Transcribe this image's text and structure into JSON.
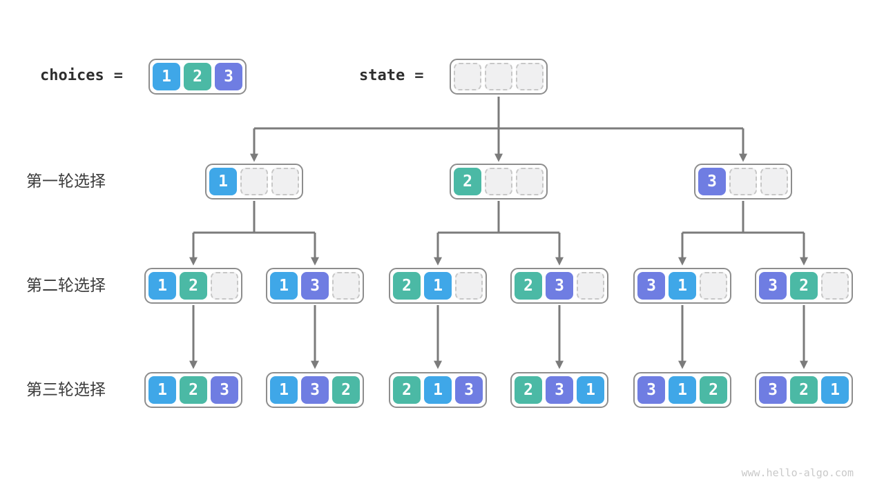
{
  "title_row": {
    "choices_label": "choices",
    "state_label": "state",
    "equals": "=",
    "choices_cells": [
      "1",
      "2",
      "3"
    ],
    "state_cells": [
      "",
      "",
      ""
    ]
  },
  "colors": {
    "1": "#3fa7e8",
    "2": "#4bb9a5",
    "3": "#6f7de2",
    "arrow": "#7b7b7b",
    "box_border": "#8d8d8d",
    "empty_cell": "#f0f0f1"
  },
  "rows": [
    {
      "label": "第一轮选择",
      "states": [
        [
          "1",
          "",
          ""
        ],
        [
          "2",
          "",
          ""
        ],
        [
          "3",
          "",
          ""
        ]
      ]
    },
    {
      "label": "第二轮选择",
      "states": [
        [
          "1",
          "2",
          ""
        ],
        [
          "1",
          "3",
          ""
        ],
        [
          "2",
          "1",
          ""
        ],
        [
          "2",
          "3",
          ""
        ],
        [
          "3",
          "1",
          ""
        ],
        [
          "3",
          "2",
          ""
        ]
      ]
    },
    {
      "label": "第三轮选择",
      "states": [
        [
          "1",
          "2",
          "3"
        ],
        [
          "1",
          "3",
          "2"
        ],
        [
          "2",
          "1",
          "3"
        ],
        [
          "2",
          "3",
          "1"
        ],
        [
          "3",
          "1",
          "2"
        ],
        [
          "3",
          "2",
          "1"
        ]
      ]
    }
  ],
  "footer": {
    "watermark": "www.hello-algo.com"
  }
}
